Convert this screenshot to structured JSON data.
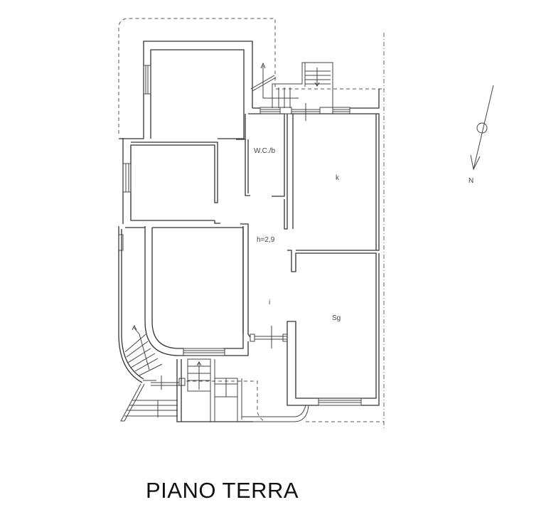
{
  "plan": {
    "title": "PIANO TERRA",
    "rooms": [
      {
        "id": "wc",
        "label": "W.C./b"
      },
      {
        "id": "kitchen",
        "label": "k"
      },
      {
        "id": "height",
        "label": "h=2,9"
      },
      {
        "id": "ingresso",
        "label": "i"
      },
      {
        "id": "soggiorno",
        "label": "Sg"
      }
    ],
    "compass": {
      "label": "N"
    },
    "colors": {
      "line": "#333333",
      "background": "#ffffff"
    }
  }
}
